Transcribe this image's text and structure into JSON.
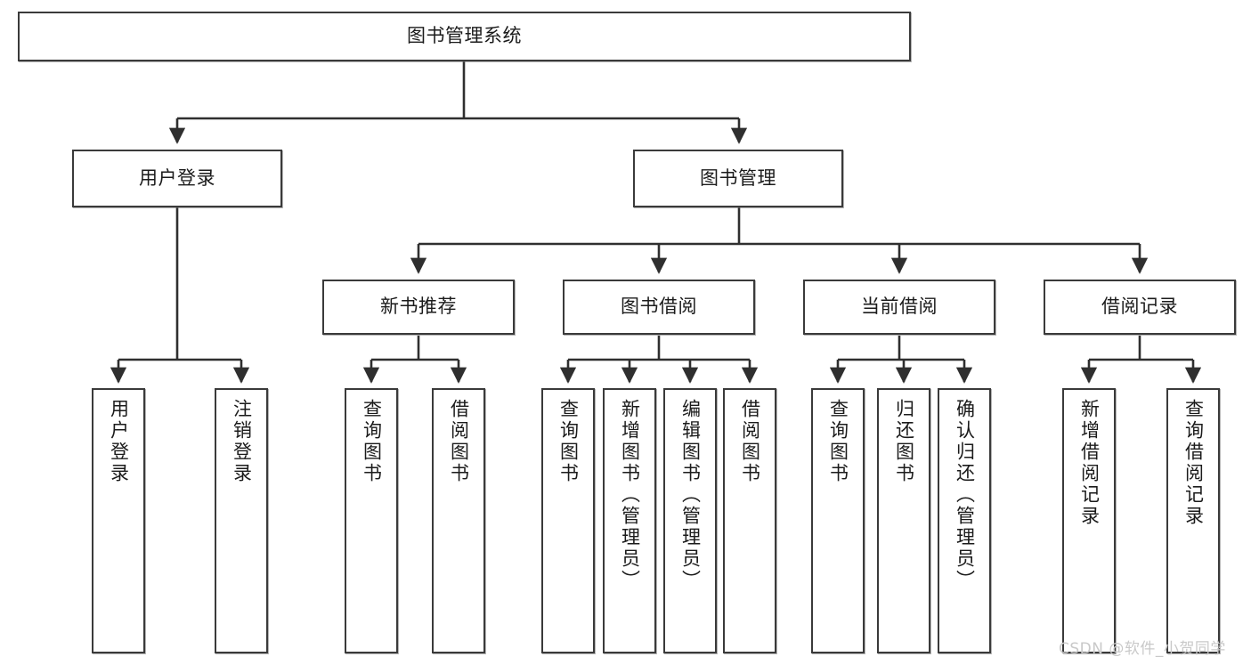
{
  "diagram": {
    "type": "tree",
    "title": "图书管理系统",
    "orientation": "top-down",
    "colors": {
      "box_border": "#3a3a3a",
      "box_fill": "#ffffff",
      "edge": "#2f2f2f",
      "text": "#1b1b1b",
      "watermark": "#c9c9c9"
    },
    "root": {
      "label": "图书管理系统"
    },
    "level2": [
      {
        "label": "用户登录"
      },
      {
        "label": "图书管理"
      }
    ],
    "level3": [
      {
        "label": "新书推荐"
      },
      {
        "label": "图书借阅"
      },
      {
        "label": "当前借阅"
      },
      {
        "label": "借阅记录"
      }
    ],
    "leaves": {
      "user_login": [
        {
          "label": "用户登录"
        },
        {
          "label": "注销登录"
        }
      ],
      "new_book_recommend": [
        {
          "label": "查询图书"
        },
        {
          "label": "借阅图书"
        }
      ],
      "book_borrow": [
        {
          "label": "查询图书"
        },
        {
          "label": "新增图书（管理员）"
        },
        {
          "label": "编辑图书（管理员）"
        },
        {
          "label": "借阅图书"
        }
      ],
      "current_borrow": [
        {
          "label": "查询图书"
        },
        {
          "label": "归还图书"
        },
        {
          "label": "确认归还（管理员）"
        }
      ],
      "borrow_record": [
        {
          "label": "新增借阅记录"
        },
        {
          "label": "查询借阅记录"
        }
      ]
    }
  },
  "watermark": {
    "text": "CSDN @软件_小贺同学"
  }
}
